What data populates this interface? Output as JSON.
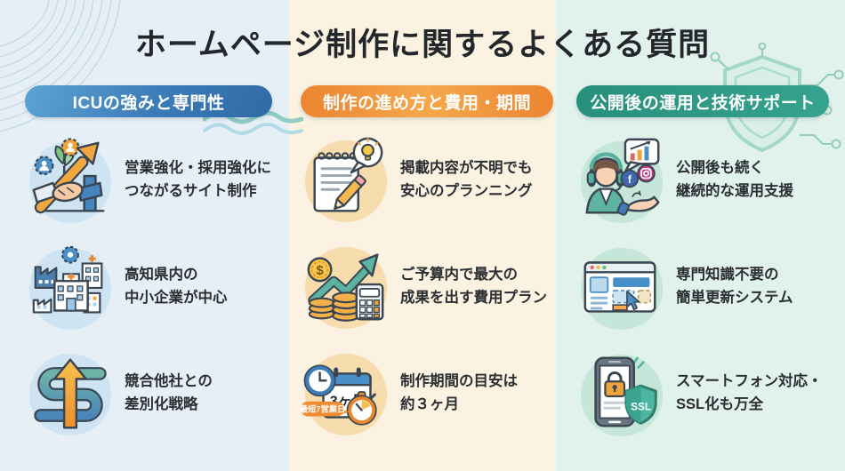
{
  "title": "ホームページ制作に関するよくある質問",
  "palette": {
    "band_blue": "#e6eff6",
    "band_cream": "#fbf2e1",
    "band_mint": "#e1f1ec",
    "header_blue": "#3b7ab8",
    "header_orange": "#ef9338",
    "header_teal": "#2f9e8c",
    "text": "#2b2e33"
  },
  "decorations": {
    "top_left": "wave-lines-decoration",
    "top_right": "shield-circuit-decoration",
    "header_wave": "wave-swoosh-decoration"
  },
  "columns": [
    {
      "header": "ICUの強みと専門性",
      "items": [
        {
          "icon": "growth-handshake-icon",
          "line1": "営業強化・採用強化に",
          "line2": "つながるサイト制作"
        },
        {
          "icon": "local-companies-icon",
          "line1": "高知県内の",
          "line2": "中小企業が中心"
        },
        {
          "icon": "differentiation-arrow-icon",
          "line1": "競合他社との",
          "line2": "差別化戦略"
        }
      ]
    },
    {
      "header": "制作の進め方と費用・期間",
      "items": [
        {
          "icon": "notepad-pencil-idea-icon",
          "line1": "掲載内容が不明でも",
          "line2": "安心のプランニング"
        },
        {
          "icon": "budget-growth-calculator-icon",
          "coin_symbol": "$",
          "line1": "ご予算内で最大の",
          "line2": "成果を出す費用プラン"
        },
        {
          "icon": "calendar-schedule-icon",
          "calendar_label": "3ヶ月",
          "badge": "最短7営業日",
          "line1": "制作期間の目安は",
          "line2": "約３ヶ月"
        }
      ]
    },
    {
      "header": "公開後の運用と技術サポート",
      "items": [
        {
          "icon": "support-operator-icon",
          "facebook_glyph": "f",
          "line1": "公開後も続く",
          "line2": "継続的な運用支援"
        },
        {
          "icon": "easy-update-cms-icon",
          "line1": "専門知識不要の",
          "line2": "簡単更新システム"
        },
        {
          "icon": "smartphone-ssl-icon",
          "shield_label": "SSL",
          "line1": "スマートフォン対応・",
          "line2": "SSL化も万全"
        }
      ]
    }
  ]
}
